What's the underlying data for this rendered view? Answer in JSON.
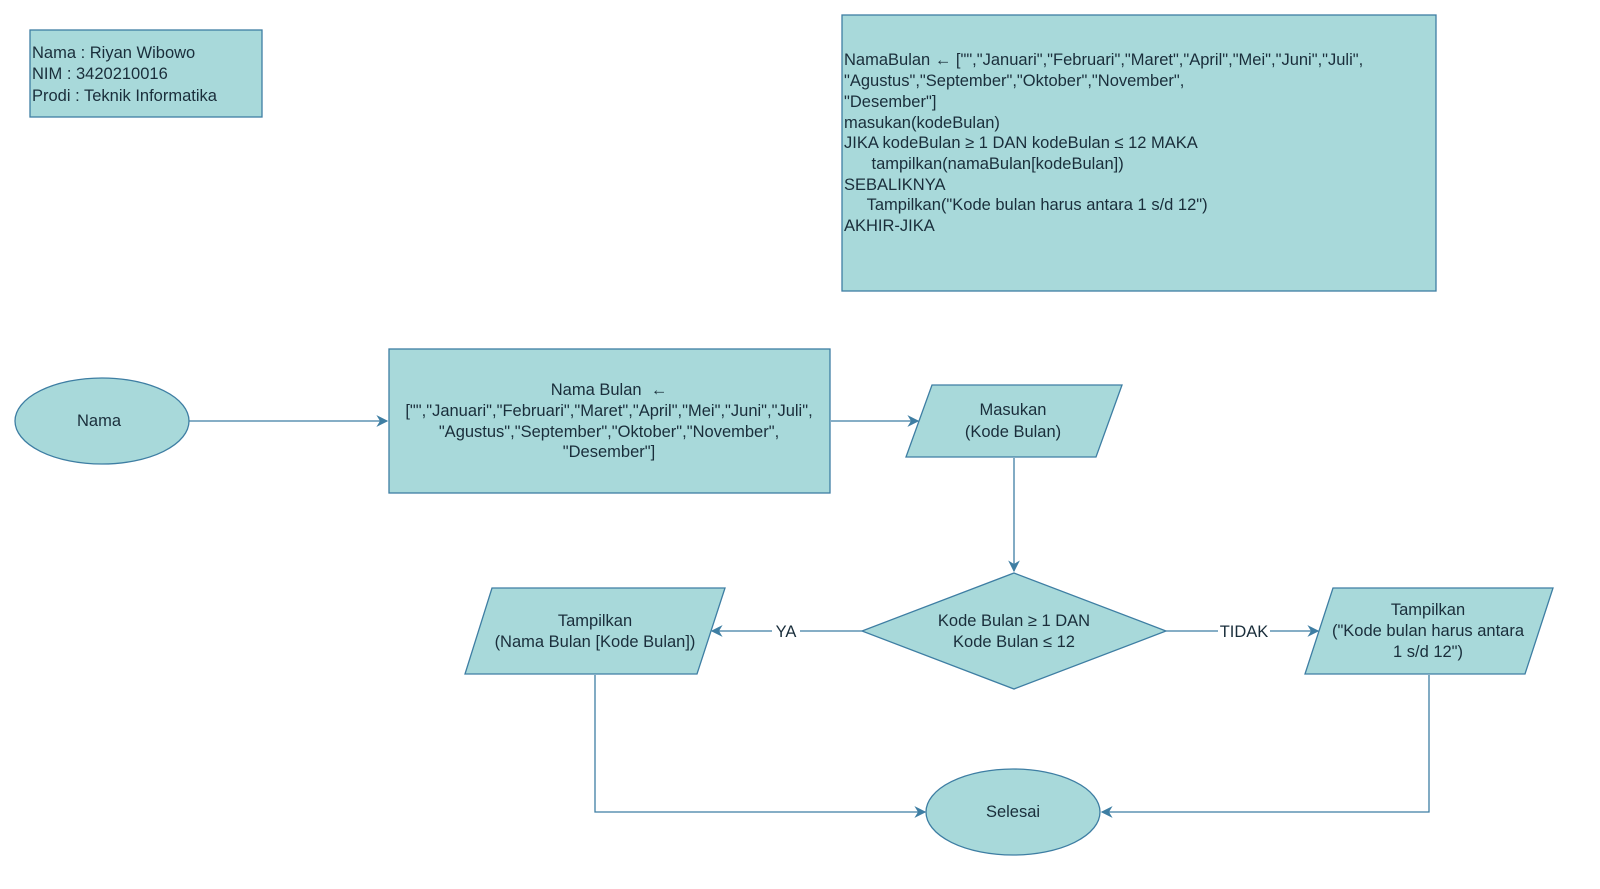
{
  "colors": {
    "fill": "#a8d9da",
    "stroke": "#3e7ea3",
    "text": "#1a2e3b"
  },
  "info_box": {
    "lines": [
      "Nama  : Riyan Wibowo",
      "NIM   : 3420210016",
      "Prodi : Teknik Informatika"
    ]
  },
  "pseudocode_box": {
    "lines": [
      "NamaBulan ← [\"\",\"Januari\",\"Februari\",\"Maret\",\"April\",\"Mei\",\"Juni\",\"Juli\",",
      "\"Agustus\",\"September\",\"Oktober\",\"November\",",
      "\"Desember\"]",
      "masukan(kodeBulan)",
      "JIKA kodeBulan ≥ 1 DAN kodeBulan ≤ 12 MAKA",
      "      tampilkan(namaBulan[kodeBulan])",
      "SEBALIKNYA",
      "     Tampilkan(\"Kode bulan harus antara 1 s/d 12\")",
      "AKHIR-JIKA"
    ]
  },
  "flowchart": {
    "start": {
      "lines": [
        "Nama"
      ]
    },
    "process": {
      "lines": [
        "Nama Bulan  ←",
        "[\"\",\"Januari\",\"Februari\",\"Maret\",\"April\",\"Mei\",\"Juni\",\"Juli\",",
        "\"Agustus\",\"September\",\"Oktober\",\"November\",",
        "\"Desember\"]"
      ]
    },
    "input": {
      "lines": [
        "Masukan",
        "(Kode Bulan)"
      ]
    },
    "decision": {
      "lines": [
        "Kode Bulan ≥ 1 DAN",
        "Kode Bulan ≤ 12"
      ]
    },
    "output_yes": {
      "lines": [
        "Tampilkan",
        "(Nama Bulan [Kode Bulan])"
      ]
    },
    "output_no": {
      "lines": [
        "Tampilkan",
        "(\"Kode bulan harus antara",
        "1 s/d 12\")"
      ]
    },
    "end": {
      "lines": [
        "Selesai"
      ]
    },
    "edge_labels": {
      "yes": "YA",
      "no": "TIDAK"
    }
  }
}
